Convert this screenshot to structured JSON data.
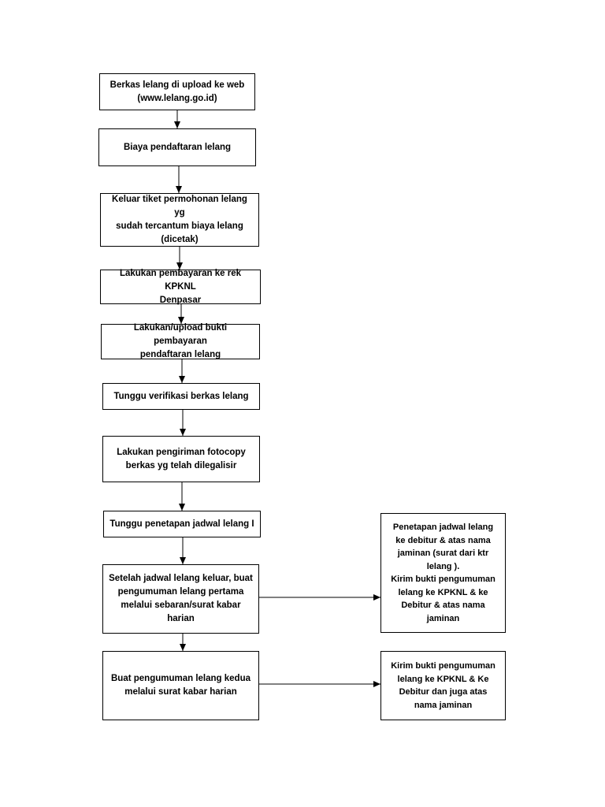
{
  "steps": [
    {
      "id": "s1",
      "text": "Berkas lelang di upload ke web\n(www.lelang.go.id)"
    },
    {
      "id": "s2",
      "text": "Biaya pendaftaran lelang"
    },
    {
      "id": "s3",
      "text": "Keluar tiket permohonan lelang yg\nsudah tercantum biaya lelang\n(dicetak)"
    },
    {
      "id": "s4",
      "text": "Lakukan pembayaran ke rek KPKNL\nDenpasar"
    },
    {
      "id": "s5",
      "text": "Lakukan/upload bukti pembayaran\npendaftaran lelang"
    },
    {
      "id": "s6",
      "text": "Tunggu verifikasi berkas lelang"
    },
    {
      "id": "s7",
      "text": "Lakukan pengiriman fotocopy\nberkas yg telah dilegalisir"
    },
    {
      "id": "s8",
      "text": "Tunggu penetapan jadwal lelang I"
    },
    {
      "id": "s9",
      "text": "Setelah jadwal lelang keluar, buat\npengumuman lelang pertama\nmelalui sebaran/surat kabar\nharian"
    },
    {
      "id": "s10",
      "text": "Buat pengumuman lelang kedua\nmelalui surat kabar harian"
    }
  ],
  "side_steps": [
    {
      "id": "r1",
      "text": "Penetapan jadwal lelang\nke debitur & atas nama\njaminan (surat dari ktr\nlelang ).\nKirim bukti pengumuman\nlelang ke KPKNL & ke\nDebitur & atas nama\njaminan"
    },
    {
      "id": "r2",
      "text": "Kirim bukti pengumuman\nlelang ke KPKNL & Ke\nDebitur dan juga atas\nnama jaminan"
    }
  ],
  "colors": {
    "line": "#000000",
    "box_border": "#000000",
    "background": "#ffffff"
  }
}
